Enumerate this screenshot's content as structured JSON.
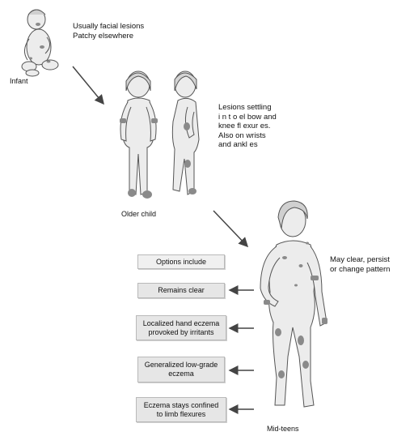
{
  "infant": {
    "note_line1": "Usually facial lesions",
    "note_line2": "Patchy elsewhere",
    "label": "Infant"
  },
  "older_child": {
    "note_line1": "Lesions settling",
    "note_line2": "i n t o  el bow  and",
    "note_line3": "knee  fl exur es.",
    "note_line4": "Also on wrists",
    "note_line5": "and  ankl es",
    "label": "Older child"
  },
  "mid_teens": {
    "note_line1": "May clear, persist",
    "note_line2": "or change pattern",
    "label": "Mid-teens"
  },
  "options": {
    "header": "Options include",
    "items": [
      {
        "line1": "Remains clear",
        "line2": ""
      },
      {
        "line1": "Localized hand eczema",
        "line2": "provoked by irritants"
      },
      {
        "line1": "Generalized low-grade",
        "line2": "eczema"
      },
      {
        "line1": "Eczema stays confined",
        "line2": "to limb flexures"
      }
    ]
  },
  "colors": {
    "skin": "#ececec",
    "outline": "#555555",
    "lesion": "#8a8a8a",
    "box": "#e6e6e6",
    "arrow": "#444444"
  }
}
